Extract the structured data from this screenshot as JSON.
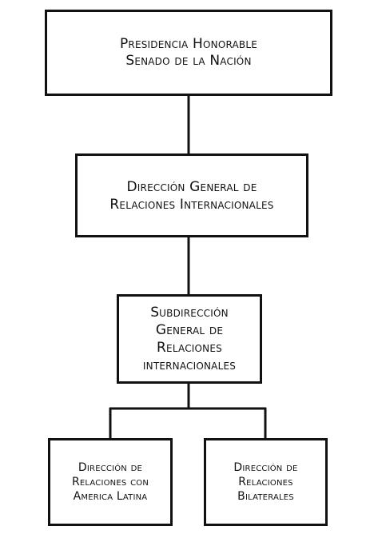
{
  "org_chart": {
    "top": {
      "label": "Presidencia Honorable\nSenado de la Nación"
    },
    "level2": {
      "label": "Dirección General de\nRelaciones Internacionales"
    },
    "level3": {
      "label": "Subdirección\nGeneral de\nRelaciones\ninternacionales"
    },
    "children": [
      {
        "label": "Dirección de\nRelaciones con\nAmerica Latina"
      },
      {
        "label": "Dirección de\nRelaciones\nBilaterales"
      }
    ]
  },
  "colors": {
    "line": "#111111",
    "box_border": "#111111",
    "background": "#ffffff"
  }
}
